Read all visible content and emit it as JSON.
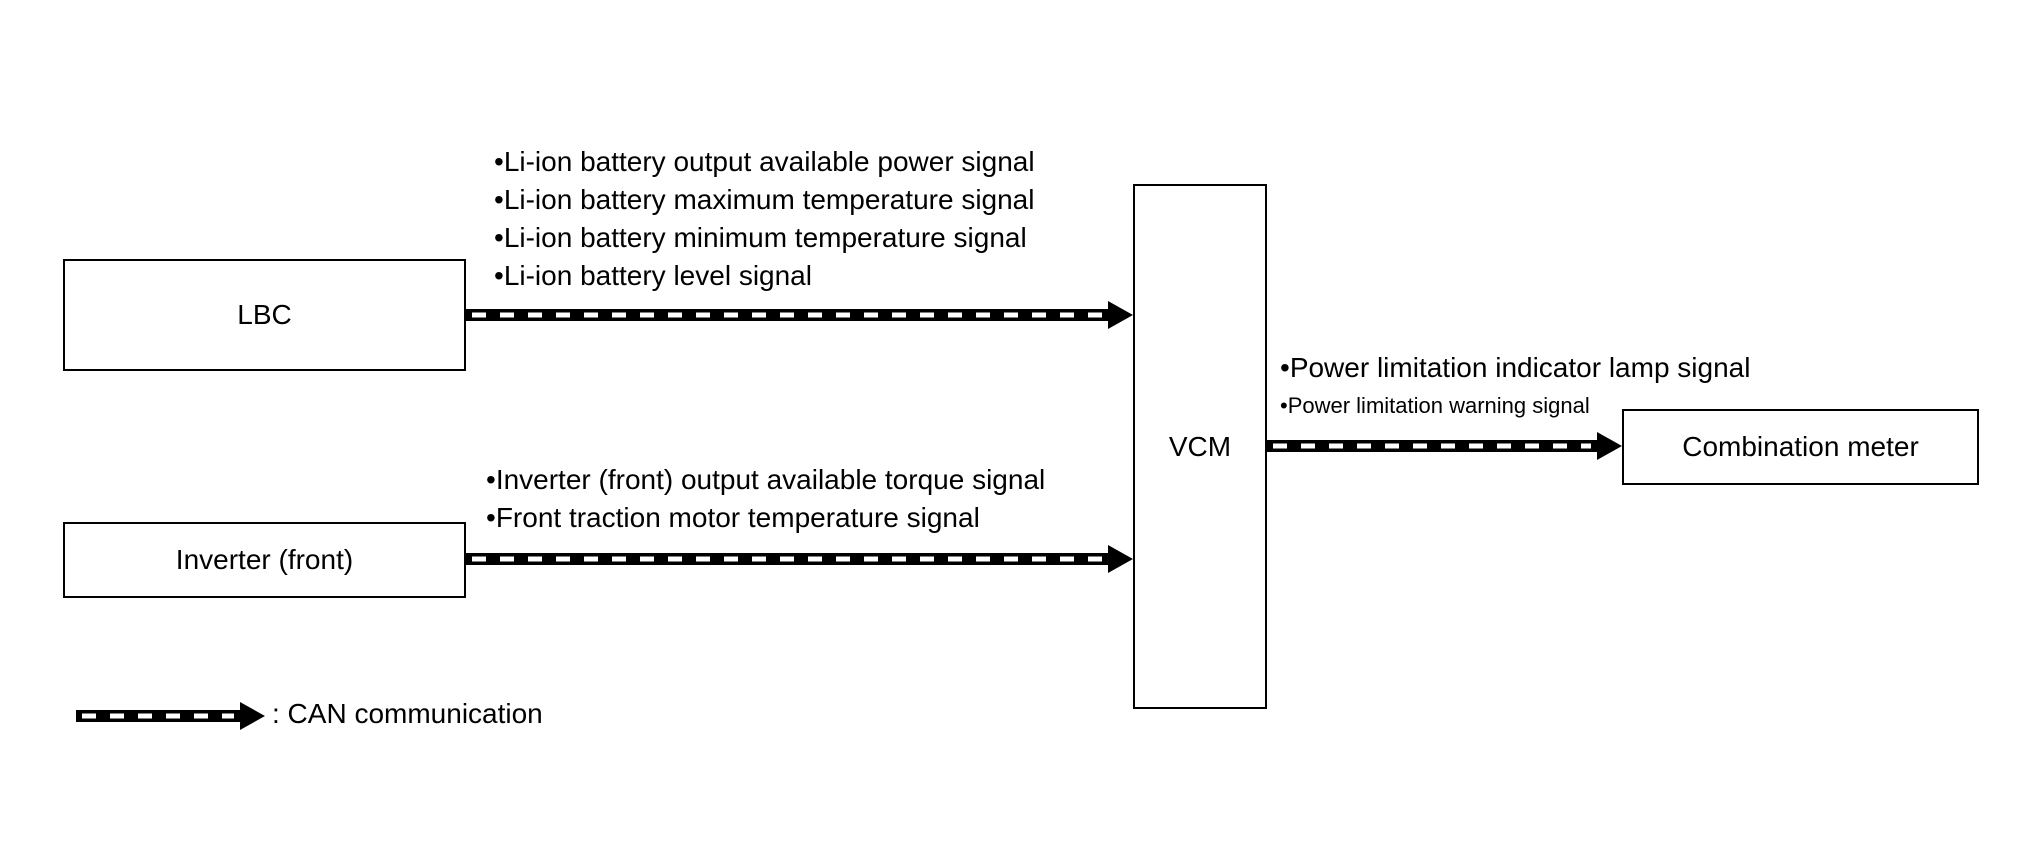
{
  "nodes": {
    "lbc": "LBC",
    "inverter_front": "Inverter (front)",
    "vcm": "VCM",
    "combination_meter": "Combination meter"
  },
  "signals": {
    "lbc_to_vcm": [
      "Li-ion battery output available power signal",
      "Li-ion battery maximum temperature signal",
      "Li-ion battery minimum temperature signal",
      "Li-ion battery level signal"
    ],
    "inverter_to_vcm": [
      "Inverter (front) output available torque signal",
      "Front traction motor temperature signal"
    ],
    "vcm_to_meter": [
      "Power limitation indicator lamp signal",
      "Power limitation warning signal"
    ]
  },
  "legend": {
    "label": ": CAN communication"
  }
}
